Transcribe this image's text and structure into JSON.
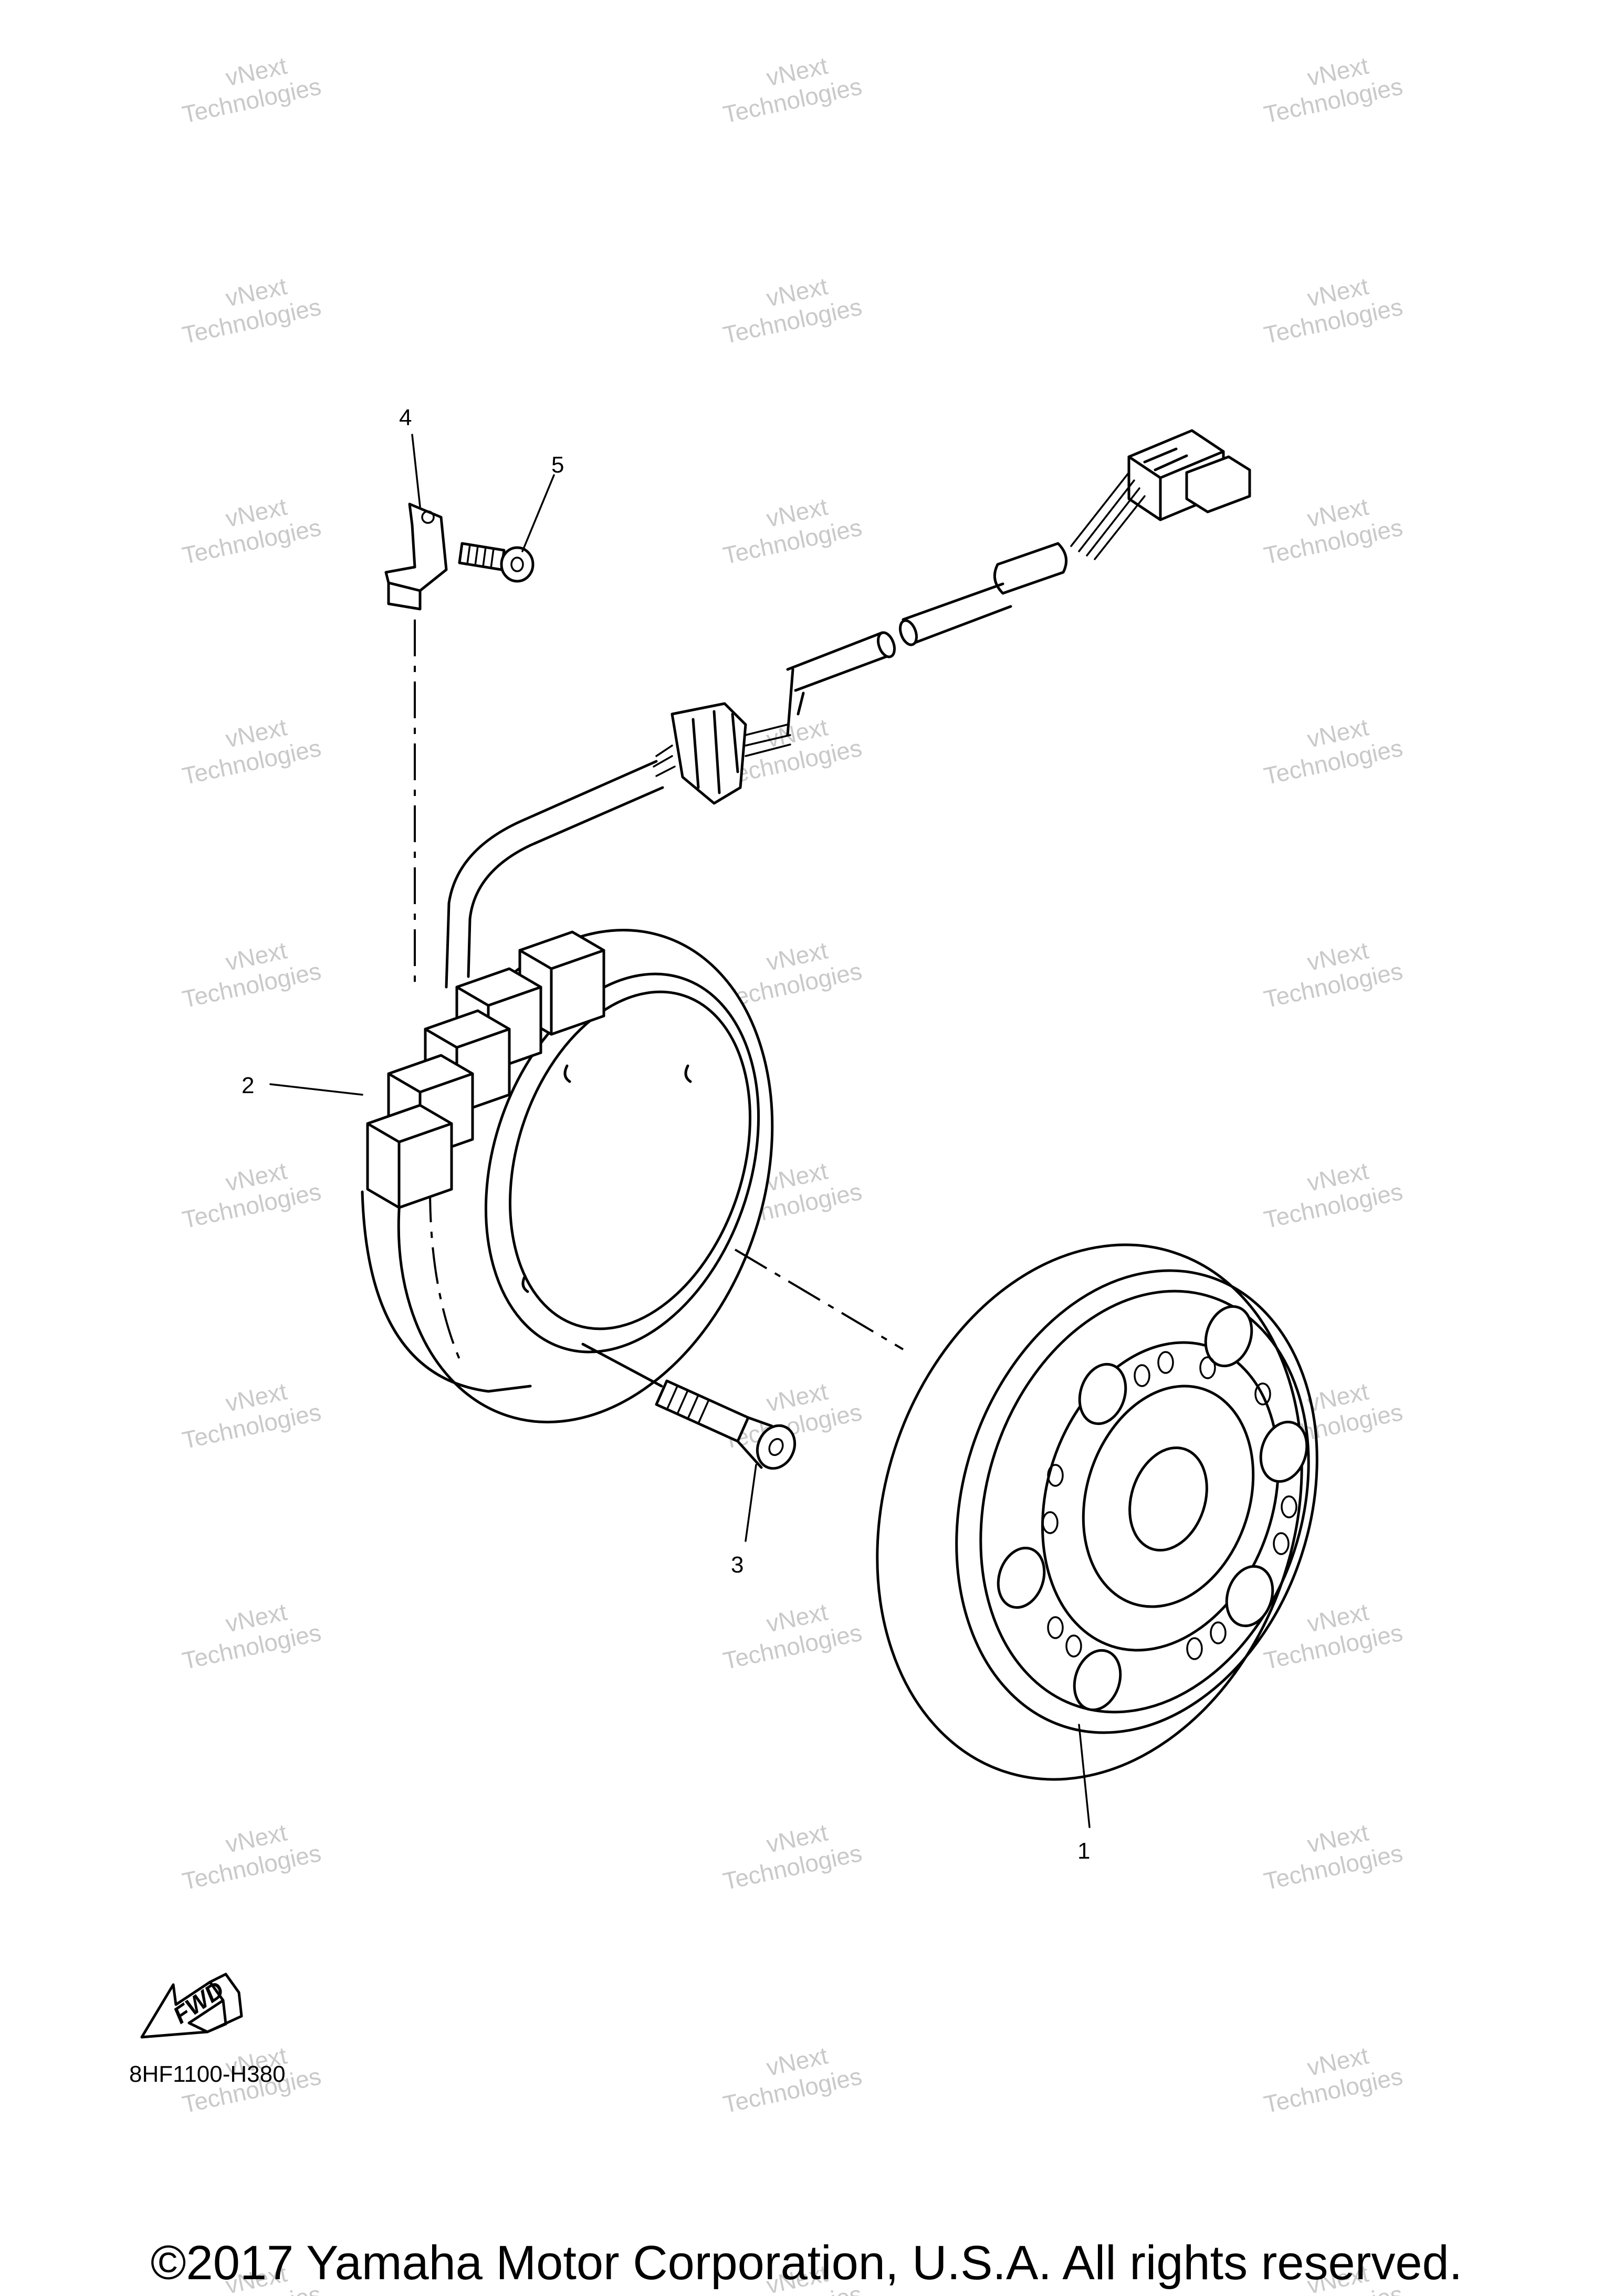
{
  "callouts": [
    "1",
    "2",
    "3",
    "4",
    "5"
  ],
  "watermark": {
    "line1": "vNext",
    "line2": "Technologies"
  },
  "fwd_arrow_label": "FWD",
  "diagram_code": "8HF1100-H380",
  "copyright": "©2017 Yamaha Motor Corporation, U.S.A. All rights reserved."
}
